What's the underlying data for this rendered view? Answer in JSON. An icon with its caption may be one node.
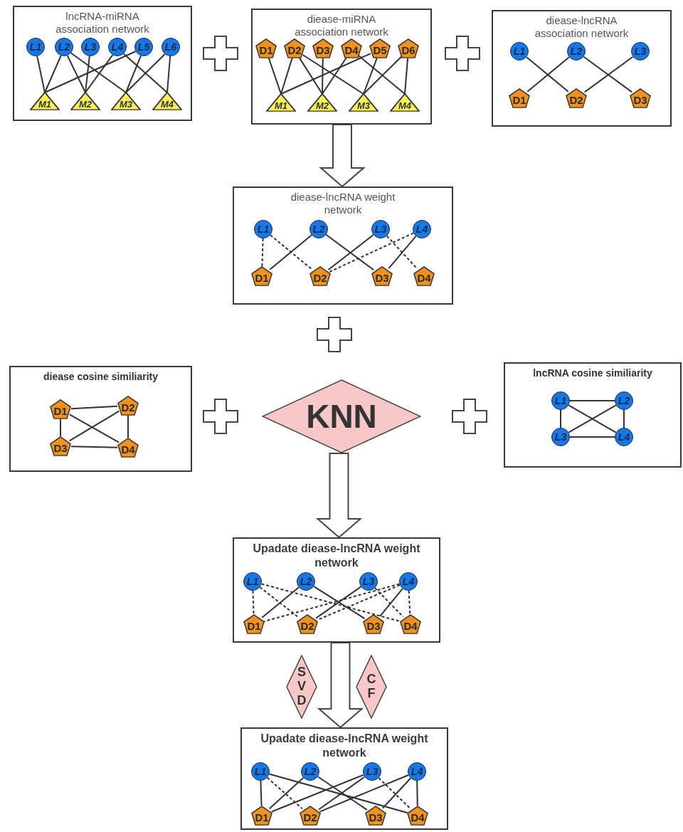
{
  "diagram": {
    "nodes": [
      {
        "text": [
          "lncRNA-miRNA association network"
        ]
      },
      {
        "text": [
          "L1"
        ],
        "in": 0
      },
      {
        "text": [
          "L2"
        ],
        "in": 0
      },
      {
        "text": [
          "L3"
        ],
        "in": 0
      },
      {
        "text": [
          "L4"
        ],
        "in": 0
      },
      {
        "text": [
          "L5"
        ],
        "in": 0
      },
      {
        "text": [
          "L6"
        ],
        "in": 0
      },
      {
        "text": [
          "M1"
        ],
        "in": 0
      },
      {
        "text": [
          "M2"
        ],
        "in": 0
      },
      {
        "text": [
          "M3"
        ],
        "in": 0
      },
      {
        "text": [
          "M4"
        ],
        "in": 0
      },
      {
        "text": [
          "diease-miRNA association network"
        ]
      },
      {
        "text": [
          "D1"
        ],
        "in": 11
      },
      {
        "text": [
          "D2"
        ],
        "in": 11
      },
      {
        "text": [
          "D3"
        ],
        "in": 11
      },
      {
        "text": [
          "D4"
        ],
        "in": 11
      },
      {
        "text": [
          "D5"
        ],
        "in": 11
      },
      {
        "text": [
          "D6"
        ],
        "in": 11
      },
      {
        "text": [
          "M1"
        ],
        "in": 11
      },
      {
        "text": [
          "M2"
        ],
        "in": 11
      },
      {
        "text": [
          "M3"
        ],
        "in": 11
      },
      {
        "text": [
          "M4"
        ],
        "in": 11
      },
      {
        "text": [
          "diease-lncRNA association network"
        ]
      },
      {
        "text": [
          "L1"
        ],
        "in": 22
      },
      {
        "text": [
          "L2"
        ],
        "in": 22
      },
      {
        "text": [
          "L3"
        ],
        "in": 22
      },
      {
        "text": [
          "D1"
        ],
        "in": 22
      },
      {
        "text": [
          "D2"
        ],
        "in": 22
      },
      {
        "text": [
          "D3"
        ],
        "in": 22
      },
      {
        "text": [
          "diease-lncRNA weight network"
        ]
      },
      {
        "text": [
          "L1"
        ],
        "in": 29
      },
      {
        "text": [
          "L2"
        ],
        "in": 29
      },
      {
        "text": [
          "L3"
        ],
        "in": 29
      },
      {
        "text": [
          "L4"
        ],
        "in": 29
      },
      {
        "text": [
          "D1"
        ],
        "in": 29
      },
      {
        "text": [
          "D2"
        ],
        "in": 29
      },
      {
        "text": [
          "D3"
        ],
        "in": 29
      },
      {
        "text": [
          "D4"
        ],
        "in": 29
      },
      {
        "text": [
          "diease cosine similiarity"
        ]
      },
      {
        "text": [
          "D1"
        ],
        "in": 38
      },
      {
        "text": [
          "D2"
        ],
        "in": 38
      },
      {
        "text": [
          "D3"
        ],
        "in": 38
      },
      {
        "text": [
          "D4"
        ],
        "in": 38
      },
      {
        "text": [
          "KNN"
        ]
      },
      {
        "text": [
          "lncRNA cosine similiarity"
        ]
      },
      {
        "text": [
          "L1"
        ],
        "in": 44
      },
      {
        "text": [
          "L2"
        ],
        "in": 44
      },
      {
        "text": [
          "L3"
        ],
        "in": 44
      },
      {
        "text": [
          "L4"
        ],
        "in": 44
      },
      {
        "text": [
          "Upadate diease-lncRNA weight network"
        ]
      },
      {
        "text": [
          "L1"
        ],
        "in": 49
      },
      {
        "text": [
          "L2"
        ],
        "in": 49
      },
      {
        "text": [
          "L3"
        ],
        "in": 49
      },
      {
        "text": [
          "L4"
        ],
        "in": 49
      },
      {
        "text": [
          "D1"
        ],
        "in": 49
      },
      {
        "text": [
          "D2"
        ],
        "in": 49
      },
      {
        "text": [
          "D3"
        ],
        "in": 49
      },
      {
        "text": [
          "D4"
        ],
        "in": 49
      },
      {
        "text": [
          "SVD"
        ]
      },
      {
        "text": [
          "CF"
        ]
      },
      {
        "text": [
          "Upadate diease-lncRNA weight network"
        ]
      },
      {
        "text": [
          "L1"
        ],
        "in": 60
      },
      {
        "text": [
          "L2"
        ],
        "in": 60
      },
      {
        "text": [
          "L3"
        ],
        "in": 60
      },
      {
        "text": [
          "L4"
        ],
        "in": 60
      },
      {
        "text": [
          "D1"
        ],
        "in": 60
      },
      {
        "text": [
          "D2"
        ],
        "in": 60
      },
      {
        "text": [
          "D3"
        ],
        "in": 60
      },
      {
        "text": [
          "D4"
        ],
        "in": 60
      }
    ],
    "edges": [
      {
        "from": 1,
        "to": 7,
        "arrow": "none"
      },
      {
        "from": 2,
        "to": 7,
        "arrow": "none"
      },
      {
        "from": 2,
        "to": 8,
        "arrow": "none"
      },
      {
        "from": 2,
        "to": 9,
        "arrow": "none"
      },
      {
        "from": 3,
        "to": 8,
        "arrow": "none"
      },
      {
        "from": 4,
        "to": 8,
        "arrow": "none"
      },
      {
        "from": 4,
        "to": 10,
        "arrow": "none"
      },
      {
        "from": 5,
        "to": 7,
        "arrow": "none"
      },
      {
        "from": 5,
        "to": 9,
        "arrow": "none"
      },
      {
        "from": 6,
        "to": 9,
        "arrow": "none"
      },
      {
        "from": 6,
        "to": 10,
        "arrow": "none"
      },
      {
        "from": 12,
        "to": 18,
        "arrow": "none"
      },
      {
        "from": 13,
        "to": 18,
        "arrow": "none"
      },
      {
        "from": 13,
        "to": 19,
        "arrow": "none"
      },
      {
        "from": 13,
        "to": 20,
        "arrow": "none"
      },
      {
        "from": 14,
        "to": 19,
        "arrow": "none"
      },
      {
        "from": 15,
        "to": 19,
        "arrow": "none"
      },
      {
        "from": 15,
        "to": 21,
        "arrow": "none"
      },
      {
        "from": 16,
        "to": 18,
        "arrow": "none"
      },
      {
        "from": 16,
        "to": 20,
        "arrow": "none"
      },
      {
        "from": 17,
        "to": 20,
        "arrow": "none"
      },
      {
        "from": 17,
        "to": 21,
        "arrow": "none"
      },
      {
        "from": 23,
        "to": 27,
        "arrow": "none"
      },
      {
        "from": 24,
        "to": 26,
        "arrow": "none"
      },
      {
        "from": 24,
        "to": 28,
        "arrow": "none"
      },
      {
        "from": 25,
        "to": 27,
        "arrow": "none"
      },
      {
        "from": 30,
        "to": 34,
        "arrow": "none",
        "style": "dashed"
      },
      {
        "from": 30,
        "to": 35,
        "arrow": "none",
        "style": "dashed"
      },
      {
        "from": 31,
        "to": 34,
        "arrow": "none"
      },
      {
        "from": 31,
        "to": 36,
        "arrow": "none"
      },
      {
        "from": 32,
        "to": 35,
        "arrow": "none"
      },
      {
        "from": 32,
        "to": 37,
        "arrow": "none",
        "style": "dashed"
      },
      {
        "from": 33,
        "to": 35,
        "arrow": "none",
        "style": "dashed"
      },
      {
        "from": 33,
        "to": 36,
        "arrow": "none"
      },
      {
        "from": 39,
        "to": 40,
        "arrow": "none"
      },
      {
        "from": 39,
        "to": 41,
        "arrow": "none"
      },
      {
        "from": 39,
        "to": 42,
        "arrow": "none"
      },
      {
        "from": 40,
        "to": 41,
        "arrow": "none"
      },
      {
        "from": 40,
        "to": 42,
        "arrow": "none"
      },
      {
        "from": 41,
        "to": 42,
        "arrow": "none"
      },
      {
        "from": 45,
        "to": 46,
        "arrow": "none"
      },
      {
        "from": 45,
        "to": 47,
        "arrow": "none"
      },
      {
        "from": 45,
        "to": 48,
        "arrow": "none"
      },
      {
        "from": 46,
        "to": 47,
        "arrow": "none"
      },
      {
        "from": 46,
        "to": 48,
        "arrow": "none"
      },
      {
        "from": 47,
        "to": 48,
        "arrow": "none"
      },
      {
        "from": 50,
        "to": 54,
        "arrow": "none",
        "style": "dashed"
      },
      {
        "from": 50,
        "to": 55,
        "arrow": "none",
        "style": "dashed"
      },
      {
        "from": 50,
        "to": 57,
        "arrow": "none",
        "style": "dashed"
      },
      {
        "from": 51,
        "to": 54,
        "arrow": "none"
      },
      {
        "from": 51,
        "to": 56,
        "arrow": "none"
      },
      {
        "from": 52,
        "to": 55,
        "arrow": "none"
      },
      {
        "from": 52,
        "to": 57,
        "arrow": "none",
        "style": "dashed"
      },
      {
        "from": 53,
        "to": 54,
        "arrow": "none",
        "style": "dashed"
      },
      {
        "from": 53,
        "to": 55,
        "arrow": "none",
        "style": "dashed"
      },
      {
        "from": 53,
        "to": 56,
        "arrow": "none"
      },
      {
        "from": 53,
        "to": 57,
        "arrow": "none",
        "style": "dashed"
      },
      {
        "from": 61,
        "to": 65,
        "arrow": "none"
      },
      {
        "from": 61,
        "to": 66,
        "arrow": "none",
        "style": "dashed"
      },
      {
        "from": 61,
        "to": 68,
        "arrow": "none"
      },
      {
        "from": 62,
        "to": 65,
        "arrow": "none"
      },
      {
        "from": 62,
        "to": 67,
        "arrow": "none"
      },
      {
        "from": 63,
        "to": 65,
        "arrow": "none"
      },
      {
        "from": 63,
        "to": 66,
        "arrow": "none"
      },
      {
        "from": 63,
        "to": 68,
        "arrow": "none",
        "style": "dashed"
      },
      {
        "from": 64,
        "to": 66,
        "arrow": "none"
      },
      {
        "from": 64,
        "to": 67,
        "arrow": "none"
      },
      {
        "from": 64,
        "to": 68,
        "arrow": "none"
      },
      {
        "from": 11,
        "to": 29,
        "arrow": "to",
        "style": "thick"
      },
      {
        "from": 43,
        "to": 49,
        "arrow": "to",
        "style": "thick"
      },
      {
        "from": 49,
        "to": 60,
        "arrow": "to",
        "style": "thick"
      }
    ]
  }
}
